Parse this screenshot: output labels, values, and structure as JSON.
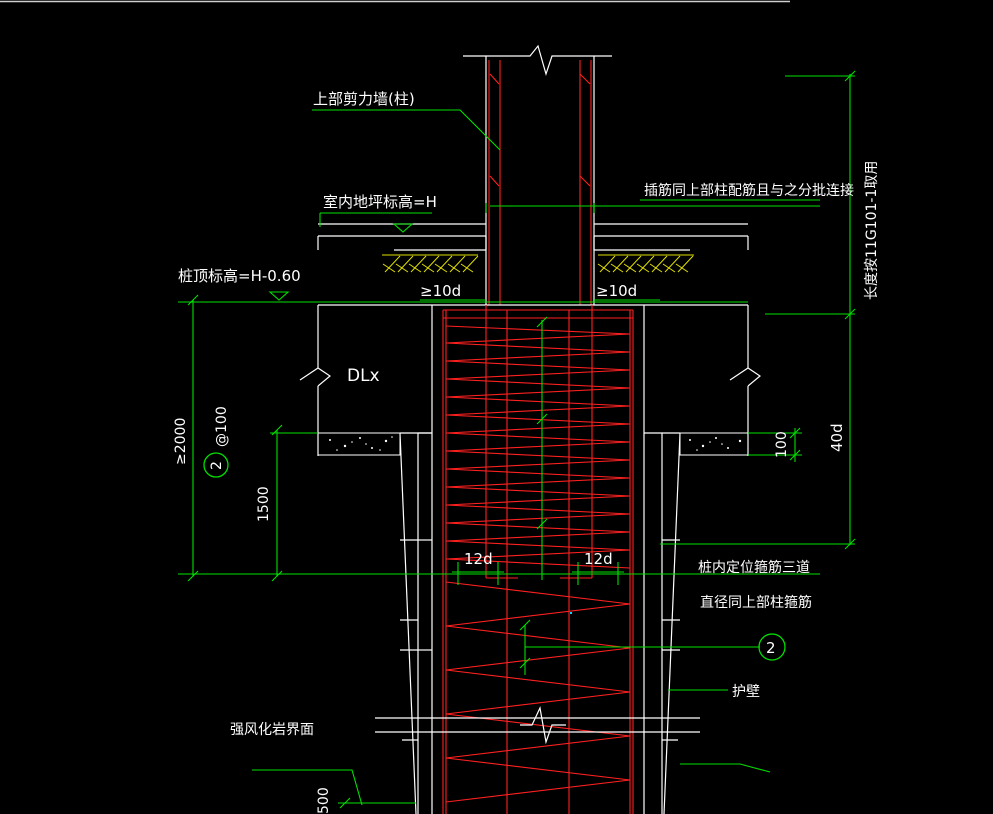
{
  "labels": {
    "upper_wall": "上部剪力墙(柱)",
    "indoor_floor": "室内地坪标高=H",
    "pile_top": "桩顶标高=H-0.60",
    "dowel_note": "插筋同上部柱配筋且与之分批连接",
    "anchor_note": "长度按11G101-1取用",
    "beam_tag": "DLx",
    "ge_10d_left": "≥10d",
    "ge_10d_right": "≥10d",
    "ge_2000": "≥2000",
    "spacing_circle": "2",
    "spacing_text": "@100",
    "dim_1500": "1500",
    "dim_100": "100",
    "dim_40d": "40d",
    "dim_12d_left": "12d",
    "dim_12d_right": "12d",
    "stirrup_note_1": "桩内定位箍筋三道",
    "stirrup_note_2": "直径同上部柱箍筋",
    "callout_circle": "2",
    "retaining_wall": "护壁",
    "weathered_rock": "强风化岩界面",
    "dim_500": "500"
  },
  "colors": {
    "background": "#000000",
    "dimension_lines": "#00e000",
    "rebar": "#ff2020",
    "outline": "#ffffff",
    "hatch": "#e0e000",
    "corner_mark": "#00d8ff"
  }
}
